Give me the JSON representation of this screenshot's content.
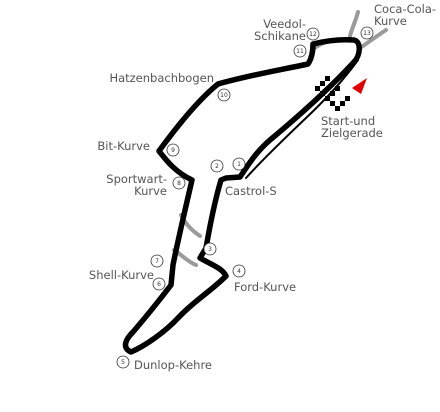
{
  "map": {
    "colors": {
      "track": "#000000",
      "old_section": "#9a9a9a",
      "start_arrow": "#e00000",
      "label": "#555555"
    },
    "corners": [
      {
        "id": "coca-cola",
        "line1": "Coca-Cola-",
        "line2": "Kurve"
      },
      {
        "id": "veedol",
        "line1": "Veedol-",
        "line2": "Schikane"
      },
      {
        "id": "hatzenbach",
        "line1": "Hatzenbachbogen"
      },
      {
        "id": "start-ziel",
        "line1": "Start-und",
        "line2": "Zielgerade"
      },
      {
        "id": "bit",
        "line1": "Bit-Kurve"
      },
      {
        "id": "sportwart",
        "line1": "Sportwart-",
        "line2": "Kurve"
      },
      {
        "id": "castrol",
        "line1": "Castrol-S"
      },
      {
        "id": "shell",
        "line1": "Shell-Kurve"
      },
      {
        "id": "ford",
        "line1": "Ford-Kurve"
      },
      {
        "id": "dunlop",
        "line1": "Dunlop-Kehre"
      }
    ],
    "turns": [
      "1",
      "2",
      "3",
      "4",
      "5",
      "6",
      "7",
      "8",
      "9",
      "10",
      "11",
      "12",
      "13"
    ]
  }
}
